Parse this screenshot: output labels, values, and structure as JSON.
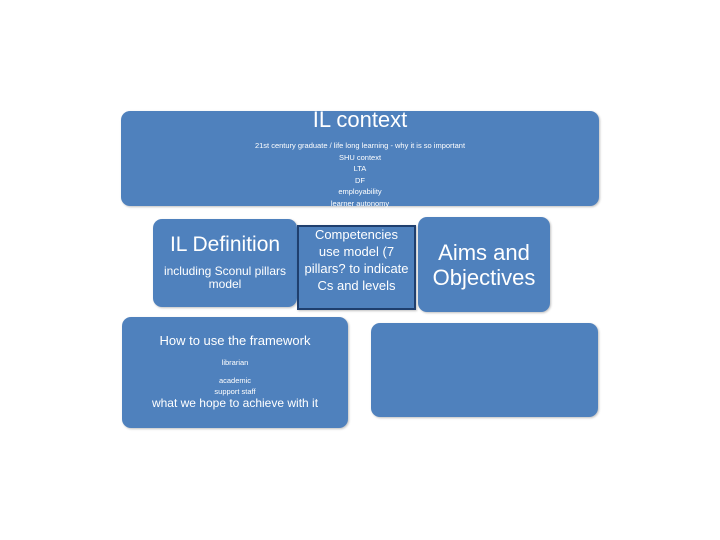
{
  "context": {
    "title": "IL context",
    "items": [
      "21st century graduate / life long learning - why it is so important",
      "SHU context",
      "LTA",
      "DF",
      "employability",
      "learner autonomy"
    ]
  },
  "definition": {
    "title": "IL Definition",
    "subtitle": "including Sconul pillars model"
  },
  "competencies": {
    "text": "Competencies use model (7 pillars? to indicate Cs and levels"
  },
  "aims": {
    "text": "Aims and Objectives"
  },
  "usage": {
    "title": "How to use the framework",
    "items": [
      "librarian",
      "academic",
      "support staff"
    ],
    "footer": "what we hope to achieve with it"
  },
  "colors": {
    "box": "#4f81bd",
    "border": "#1f3f6e"
  }
}
